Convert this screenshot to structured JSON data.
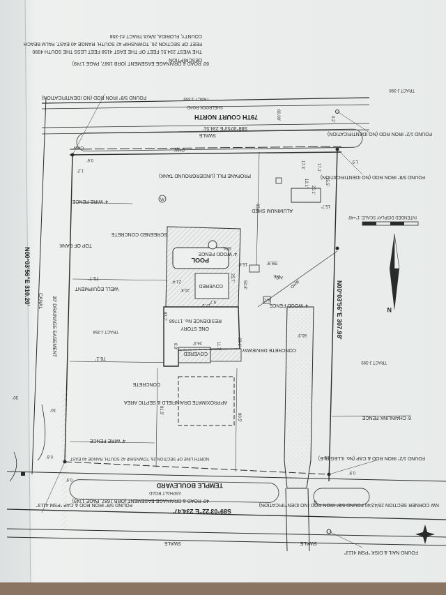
{
  "colors": {
    "paper": "#eef0ef",
    "paper_shadow": "#d9dcdc",
    "ink": "#2a2a2a",
    "wood_table": "#6b5a48",
    "hatch": "#b8b8b8"
  },
  "description": {
    "heading": "DESCRIPTION",
    "line1": "THE WEST 234.51 FEET OF THE EAST 4158 FEET LESS THE SOUTH 4990",
    "line2": "FEET OF SECTION 26, TOWNSHIP 42 SOUTH, RANGE 40 EAST, PALM BEACH",
    "line3": "COUNTY, FLORIDA, A/K/A TRACT #J-358"
  },
  "streets": {
    "north_name": "79TH COURT NORTH",
    "north_alt": "SHELROCK ROAD",
    "south_name": "TEMPLE BOULEVARD",
    "south_alt": "ASPHALT ROAD",
    "north_bearing": "S88°30'53\"E 234.51'",
    "south_bearing": "S89°03'22\"E 234.47'",
    "north_easement": "60' ROAD & DRAINAGE EASEMENT (ORB 1687, PAGE 1749)",
    "south_easement": "40' ROAD & DRAINAGE EASEMENT (ORB 1687, PAGE 1749)",
    "section_line": "NORTH LINE OF SECTION 26, TOWNSHIP 42 SOUTH, RANGE 40 EAST"
  },
  "boundaries": {
    "west_bearing": "N00°03'56\"E 310.20'",
    "east_bearing": "N00°03'56\"E 307.98'",
    "canal": "CANAL",
    "drainage": "30' DRAINAGE EASEMENT"
  },
  "tracts": {
    "north": "TRACT J-359",
    "northeast": "TRACT J-398",
    "center": "TRACT J-358",
    "east": "TRACT J-399"
  },
  "features": {
    "swale": "SWALE",
    "ohw": "OHW",
    "propane": "PROPANE FILL (UNDERGROUND TANK)",
    "shed": "ALUMINUM SHED",
    "wire_fence": "4' WIRE FENCE",
    "wood_fence": "4' WOOD FENCE",
    "chainlink": "6' CHAINLINK FENCE",
    "screened": "SCREENED CONCRETE",
    "pool": "POOL",
    "spa": "SPA",
    "top_bank": "TOP OF BANK",
    "well": "WELL EQUIPMENT",
    "covered": "COVERED",
    "residence_line1": "ONE STORY",
    "residence_line2": "RESIDENCE No. 17768",
    "driveway": "CONCRETE DRIVEWAY",
    "concrete": "CONCRETE",
    "septic": "APPROXIMATE DRAINFIELD & SEPTIC AREA",
    "ac": "A/C",
    "pe": "P/E",
    "scale": "INTENDED DISPLAY SCALE: 1\"=40'"
  },
  "monuments": {
    "nw_rod": "FOUND 5/8\" IRON ROD (NO IDENTIFICATION)",
    "ne_rod_half": "FOUND 1/2\" IRON ROD (NO IDENTIFICATION)",
    "ne_rod_58": "FOUND 5/8\" IRON ROD (NO IDENTIFICATION)",
    "se_cap": "FOUND 1/2\" IRON ROD & CAP (No. ILLEGIBLE)",
    "nw_corner": "NW CORNER SECTION 26/42/40 FOUND 5/8\" IRON ROD (NO IDENTIFICATION)",
    "sw_rod": "FOUND 5/8\" IRON ROD & CAP \"PSM 4113\"",
    "nail": "FOUND NAIL & DISK \"PSM 4113\""
  },
  "dims": {
    "d60": "60.00'",
    "d83": "83.0'",
    "d173": "17.3'",
    "d171": "17.1'",
    "d155": "15.5'",
    "d121": "12.1'",
    "d201": "20.1'",
    "d157": "15.7'",
    "d158": "15.8'",
    "d599": "59.9'",
    "d757": "75.7'",
    "d214": "21.4'",
    "d208": "20.8'",
    "d173b": "17.3'",
    "d25": "25.7'",
    "d508": "50.8'",
    "d837": "83.7'",
    "d603": "60.3'",
    "d761": "76.1'",
    "d815": "81.5'",
    "d805": "80.5'",
    "d30": "30'",
    "d40": "40'",
    "d12": "1.2'",
    "d06": "0.6'",
    "d15": "1.5'",
    "d02": "0.2'",
    "d09": "0.9'",
    "d11": "1.1'",
    "d89": "8.9'",
    "d269": "26.9'",
    "d231": "23.1'",
    "d97": "9.7'",
    "d117": "11.7'"
  }
}
